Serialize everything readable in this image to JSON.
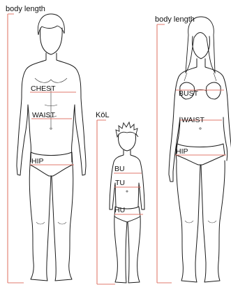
{
  "colors": {
    "measure_line": "#e07a6c",
    "outline": "#1a1a1a",
    "background": "#ffffff"
  },
  "man": {
    "body_length_label": "body length",
    "chest_label": "CHEST",
    "waist_label": "WAIST",
    "hip_label": "HIP"
  },
  "woman": {
    "body_length_label": "body length",
    "bust_label": "BUST",
    "waist_label": "WAIST",
    "hip_label": "HIP"
  },
  "child": {
    "body_length_label": "KöL",
    "bust_label": "BU",
    "waist_label": "TU",
    "hip_label": "HU"
  }
}
